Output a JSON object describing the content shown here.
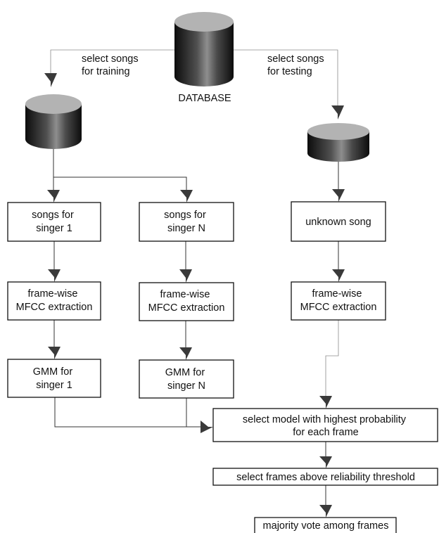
{
  "database_label": "DATABASE",
  "edge_labels": {
    "training": [
      "select songs",
      "for training"
    ],
    "testing": [
      "select songs",
      "for testing"
    ]
  },
  "boxes": {
    "songs_singer_1": [
      "songs for",
      "singer 1"
    ],
    "songs_singer_n": [
      "songs for",
      "singer N"
    ],
    "unknown_song": [
      "unknown song"
    ],
    "mfcc_1": [
      "frame-wise",
      "MFCC extraction"
    ],
    "mfcc_n": [
      "frame-wise",
      "MFCC extraction"
    ],
    "mfcc_unknown": [
      "frame-wise",
      "MFCC extraction"
    ],
    "gmm_1": [
      "GMM for",
      "singer 1"
    ],
    "gmm_n": [
      "GMM for",
      "singer N"
    ],
    "select_model": [
      "select model with highest probability",
      "for each frame"
    ],
    "select_frames": [
      "select frames above reliability threshold"
    ],
    "majority_vote": [
      "majority vote among frames"
    ]
  },
  "colors": {
    "cylinder_top": "#b3b3b3",
    "cylinder_body_dark": "#141414",
    "cylinder_body_light": "#8c8c8c",
    "stroke": "#111111"
  }
}
